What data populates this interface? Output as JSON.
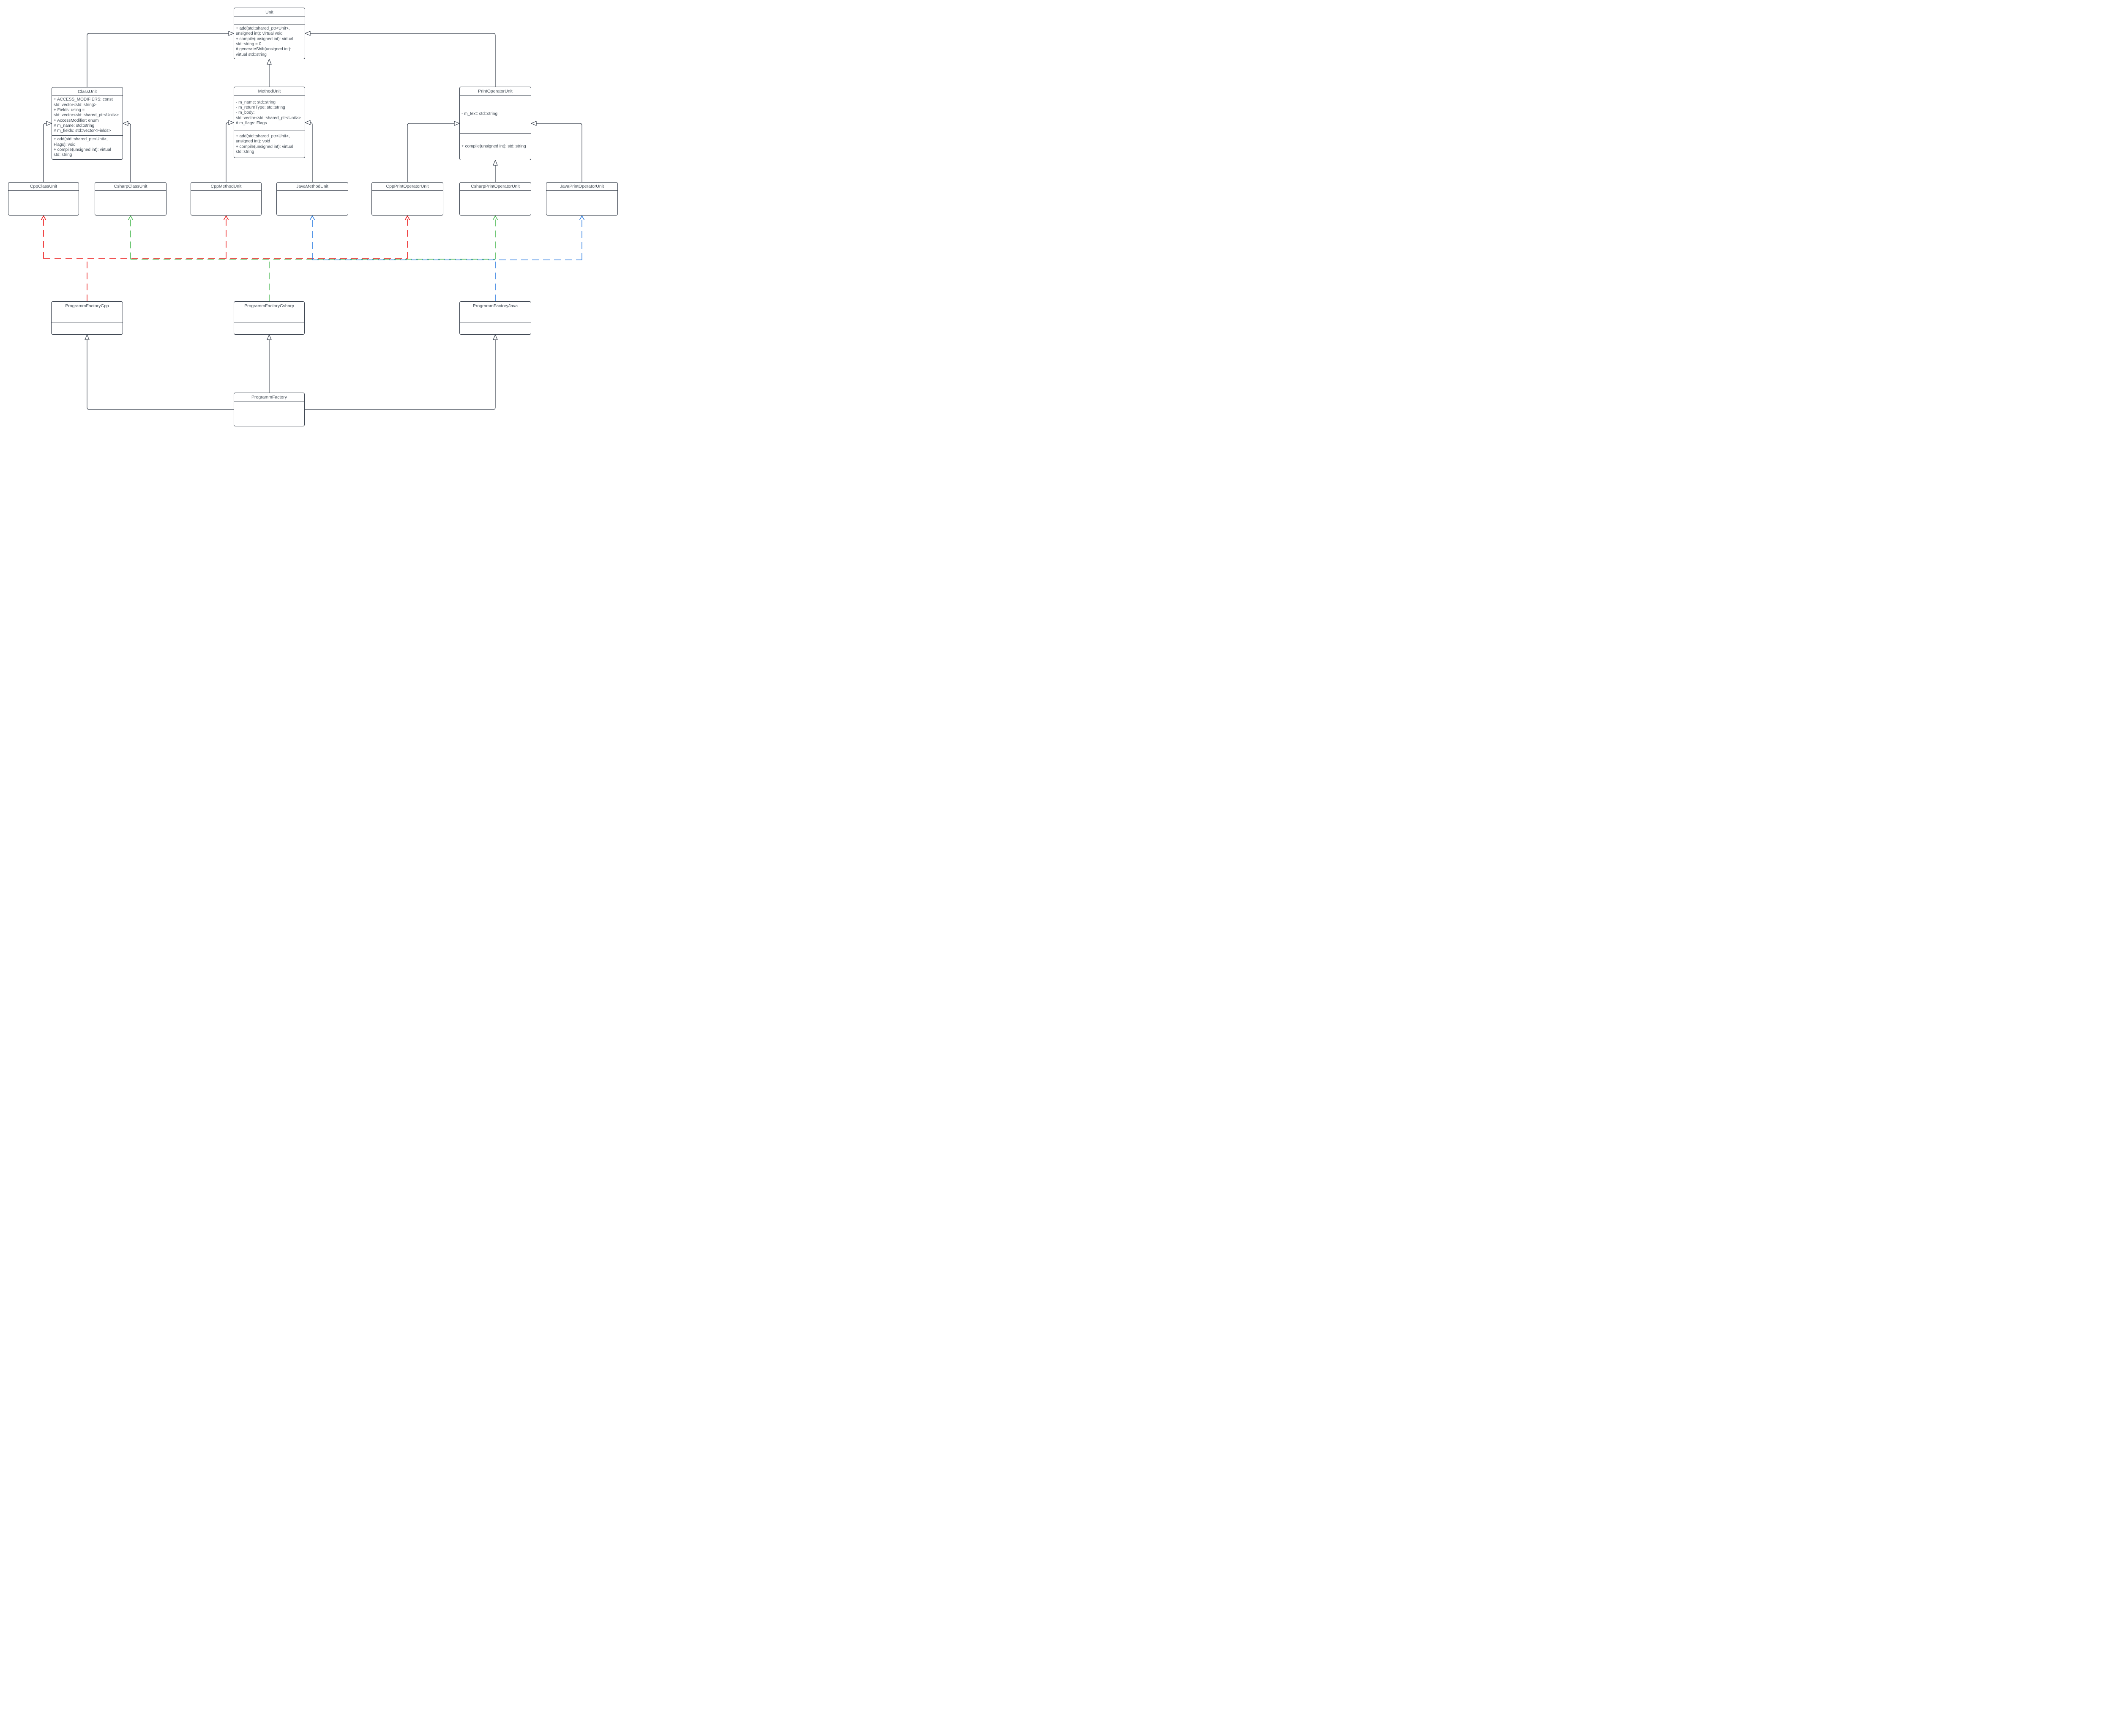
{
  "diagram": {
    "type": "uml-class-diagram",
    "classes": {
      "unit": {
        "title": "Unit",
        "attributes": [],
        "methods": [
          "+ add(std::shared_ptr<Unit>, unsigned int): virtual void",
          "+ compile(unsigned int): virtual std::string = 0",
          "# generateShift(unsigned int): virtual std::string"
        ]
      },
      "class_unit": {
        "title": "ClassUnit",
        "attributes": [
          "+ ACCESS_MODIFIERS: const std::vector<std::string>",
          "+ Fields: using = std::vector<std::shared_ptr<Unit>>",
          "+ AccessModifier: enum",
          "# m_name: std::string",
          "# m_fields: std::vector<Fields>"
        ],
        "methods": [
          "+ add(std::shared_ptr<Unit>, Flags): void",
          "+ compile(unsigned int): virtual std::string"
        ]
      },
      "method_unit": {
        "title": "MethodUnit",
        "attributes": [
          "- m_name: std::string",
          "- m_returnType: std::string",
          "- m_body: std::vector<std::shared_ptr<Unit>>",
          "# m_flags: Flags"
        ],
        "methods": [
          "+ add(std::shared_ptr<Unit>, unsigned int): void",
          "+ compile(unsigned int): virtual std::string"
        ]
      },
      "print_operator_unit": {
        "title": "PrintOperatorUnit",
        "attributes": [
          "- m_text: std::string"
        ],
        "methods": [
          "+ compile(unsigned int): std::string"
        ]
      },
      "cpp_class_unit": {
        "title": "CppClassUnit",
        "attributes": [],
        "methods": []
      },
      "csharp_class_unit": {
        "title": "CsharpClassUnit",
        "attributes": [],
        "methods": []
      },
      "cpp_method_unit": {
        "title": "CppMethodUnit",
        "attributes": [],
        "methods": []
      },
      "java_method_unit": {
        "title": "JavaMethodUnit",
        "attributes": [],
        "methods": []
      },
      "cpp_print_operator_unit": {
        "title": "CppPrintOperatorUnit",
        "attributes": [],
        "methods": []
      },
      "csharp_print_operator_unit": {
        "title": "CsharpPrintOperatorUnit",
        "attributes": [],
        "methods": []
      },
      "java_print_operator_unit": {
        "title": "JavaPrintOperatorUnit",
        "attributes": [],
        "methods": []
      },
      "programm_factory_cpp": {
        "title": "ProgrammFactoryCpp",
        "attributes": [],
        "methods": []
      },
      "programm_factory_csharp": {
        "title": "ProgrammFactoryCsharp",
        "attributes": [],
        "methods": []
      },
      "programm_factory_java": {
        "title": "ProgrammFactoryJava",
        "attributes": [],
        "methods": []
      },
      "programm_factory": {
        "title": "ProgrammFactory",
        "attributes": [],
        "methods": []
      }
    },
    "relationships": {
      "inheritance": [
        {
          "from": "ClassUnit",
          "to": "Unit"
        },
        {
          "from": "MethodUnit",
          "to": "Unit"
        },
        {
          "from": "PrintOperatorUnit",
          "to": "Unit"
        },
        {
          "from": "CppClassUnit",
          "to": "ClassUnit"
        },
        {
          "from": "CsharpClassUnit",
          "to": "ClassUnit"
        },
        {
          "from": "CppMethodUnit",
          "to": "MethodUnit"
        },
        {
          "from": "JavaMethodUnit",
          "to": "MethodUnit"
        },
        {
          "from": "CppPrintOperatorUnit",
          "to": "PrintOperatorUnit"
        },
        {
          "from": "CsharpPrintOperatorUnit",
          "to": "PrintOperatorUnit"
        },
        {
          "from": "JavaPrintOperatorUnit",
          "to": "PrintOperatorUnit"
        },
        {
          "from": "ProgrammFactory",
          "to": "ProgrammFactoryCpp"
        },
        {
          "from": "ProgrammFactory",
          "to": "ProgrammFactoryCsharp"
        },
        {
          "from": "ProgrammFactory",
          "to": "ProgrammFactoryJava"
        }
      ],
      "dependencies": [
        {
          "from": "ProgrammFactoryCpp",
          "to": [
            "CppClassUnit",
            "CppMethodUnit",
            "CppPrintOperatorUnit"
          ],
          "color": "#ec1a1a"
        },
        {
          "from": "ProgrammFactoryCsharp",
          "to": [
            "CsharpClassUnit",
            "CsharpPrintOperatorUnit"
          ],
          "color": "#4dbb55"
        },
        {
          "from": "ProgrammFactoryJava",
          "to": [
            "JavaMethodUnit",
            "JavaPrintOperatorUnit"
          ],
          "color": "#2d7de1"
        }
      ]
    },
    "colors": {
      "line": "#39414d",
      "text": "#3f4953",
      "red": "#ec1a1a",
      "green": "#4dbb55",
      "blue": "#2d7de1",
      "background": "#ffffff"
    }
  }
}
